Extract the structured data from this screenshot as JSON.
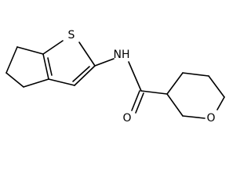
{
  "atom_labels": {
    "sulfur": "S",
    "amide_nitrogen": "NH",
    "carbonyl_oxygen": "O",
    "ring_oxygen": "O"
  }
}
